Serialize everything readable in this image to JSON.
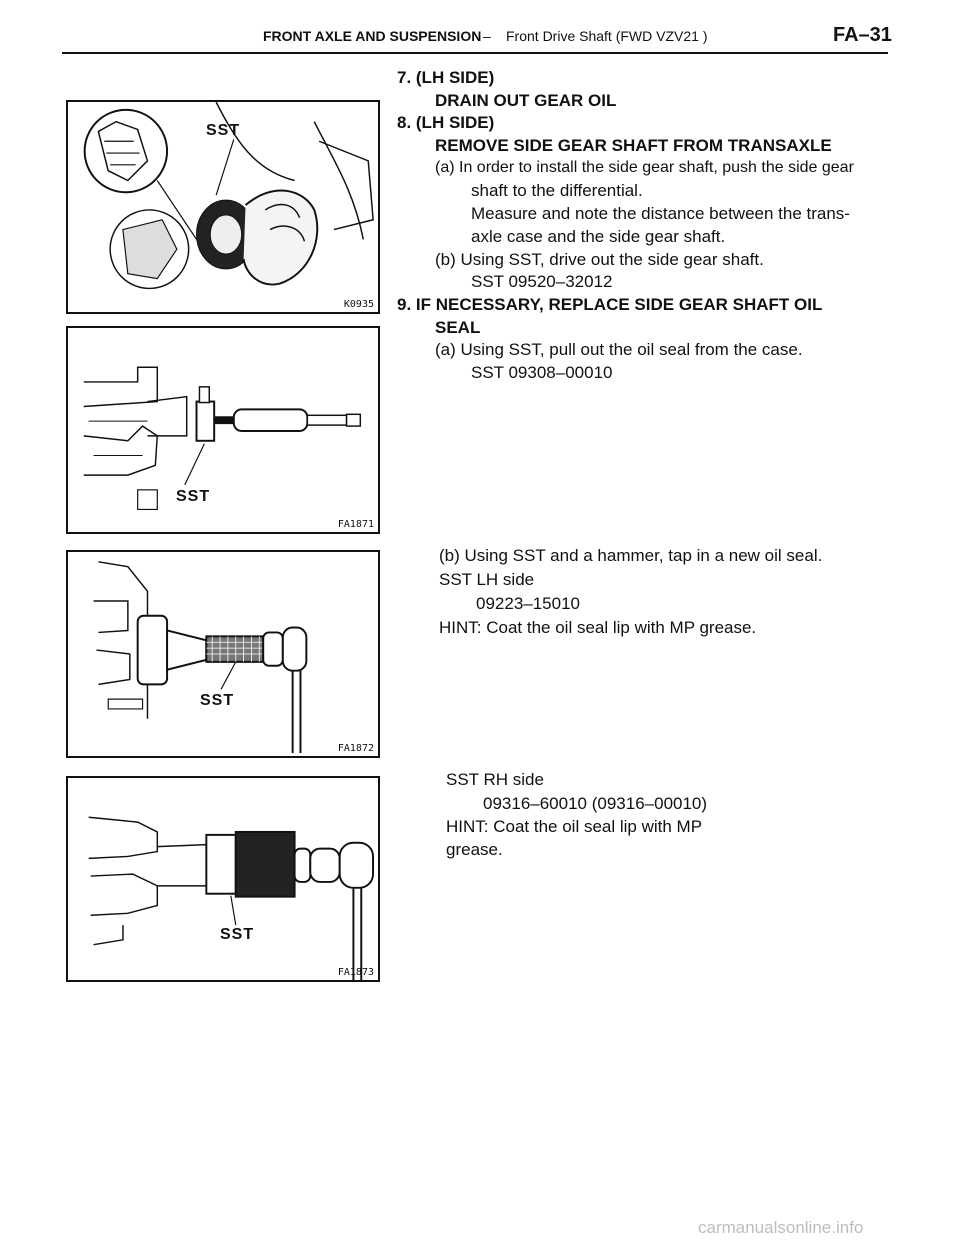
{
  "header": {
    "section": "FRONT AXLE AND SUSPENSION",
    "dash": "–",
    "subsection": "Front Drive Shaft (FWD VZV21 )",
    "page": "FA–31"
  },
  "steps": {
    "s7_title": "7. (LH SIDE)",
    "s7_sub": "DRAIN OUT GEAR OIL",
    "s8_title": "8. (LH SIDE)",
    "s8_sub": "REMOVE SIDE GEAR SHAFT FROM TRANSAXLE",
    "s8_a1": "(a) In order to install the side gear shaft, push the side gear",
    "s8_a2": "shaft to the differential.",
    "s8_a3": "Measure and note the distance between the trans-",
    "s8_a4": "axle case and the side gear shaft.",
    "s8_b1": "(b) Using SST, drive out the side gear shaft.",
    "s8_b2": "SST 09520–32012",
    "s9_title1": "9. IF NECESSARY, REPLACE SIDE GEAR SHAFT OIL",
    "s9_title2": "SEAL",
    "s9_a1": "(a) Using SST, pull out the oil seal from the case.",
    "s9_a2": "SST 09308–00010",
    "s9_b1": "(b) Using SST and a hammer, tap in a new oil seal.",
    "s9_b2": "SST LH side",
    "s9_b3": "09223–15010",
    "s9_b4": "HINT: Coat the oil seal lip with MP grease.",
    "rh1": "SST RH side",
    "rh2": "09316–60010 (09316–00010)",
    "rh3": "HINT: Coat the oil seal lip with MP",
    "rh4": "grease."
  },
  "figures": [
    {
      "code": "K0935",
      "label": "SST"
    },
    {
      "code": "FA1871",
      "label": "SST"
    },
    {
      "code": "FA1872",
      "label": "SST"
    },
    {
      "code": "FA1873",
      "label": "SST"
    }
  ],
  "footer": {
    "watermark": "carmanualsonline.info"
  }
}
